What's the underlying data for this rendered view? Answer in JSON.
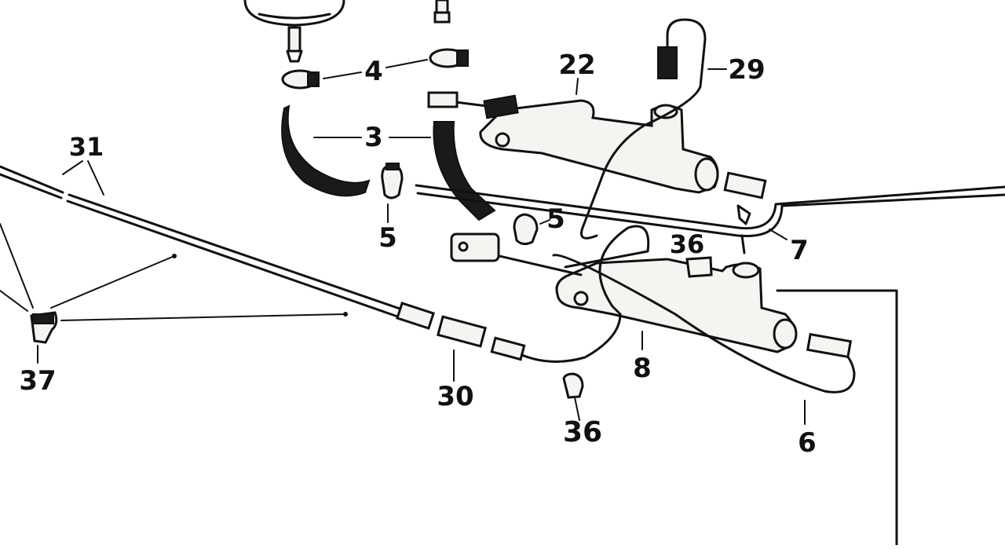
{
  "diagram": {
    "callouts": [
      {
        "id": "c4",
        "label": "4"
      },
      {
        "id": "c22",
        "label": "22"
      },
      {
        "id": "c29",
        "label": "29"
      },
      {
        "id": "c3",
        "label": "3"
      },
      {
        "id": "c31",
        "label": "31"
      },
      {
        "id": "c5a",
        "label": "5"
      },
      {
        "id": "c5b",
        "label": "5"
      },
      {
        "id": "c36a",
        "label": "36"
      },
      {
        "id": "c7",
        "label": "7"
      },
      {
        "id": "c37",
        "label": "37"
      },
      {
        "id": "c30",
        "label": "30"
      },
      {
        "id": "c8",
        "label": "8"
      },
      {
        "id": "c36b",
        "label": "36"
      },
      {
        "id": "c6",
        "label": "6"
      }
    ]
  }
}
